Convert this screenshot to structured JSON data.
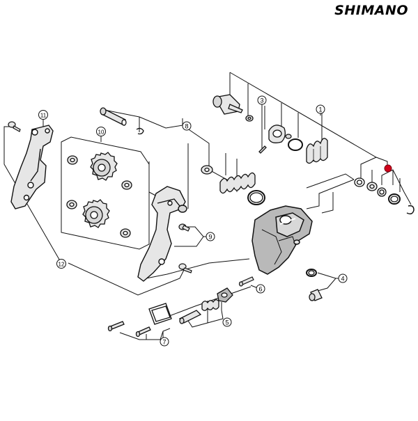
{
  "brand": "SHIMANO",
  "colors": {
    "line": "#111111",
    "part_fill": "#e6e6e6",
    "part_fill_dark": "#b9b9b9",
    "highlight": "#d0021b"
  },
  "callouts": [
    {
      "id": "c1",
      "label": "1",
      "icon": "number-circle-1"
    },
    {
      "id": "c3",
      "label": "3",
      "icon": "number-circle-3"
    },
    {
      "id": "c4",
      "label": "4",
      "icon": "number-circle-4"
    },
    {
      "id": "c5",
      "label": "5",
      "icon": "number-circle-5"
    },
    {
      "id": "c6",
      "label": "6",
      "icon": "number-circle-6"
    },
    {
      "id": "c7",
      "label": "7",
      "icon": "number-circle-7"
    },
    {
      "id": "c8",
      "label": "8",
      "icon": "number-circle-8"
    },
    {
      "id": "c9",
      "label": "9",
      "icon": "number-circle-9"
    },
    {
      "id": "c10",
      "label": "10",
      "icon": "number-circle-10"
    },
    {
      "id": "c11",
      "label": "11",
      "icon": "number-circle-11"
    },
    {
      "id": "c12",
      "label": "12",
      "icon": "number-circle-12"
    }
  ],
  "highlight_marker": {
    "icon": "red-dot-marker"
  }
}
